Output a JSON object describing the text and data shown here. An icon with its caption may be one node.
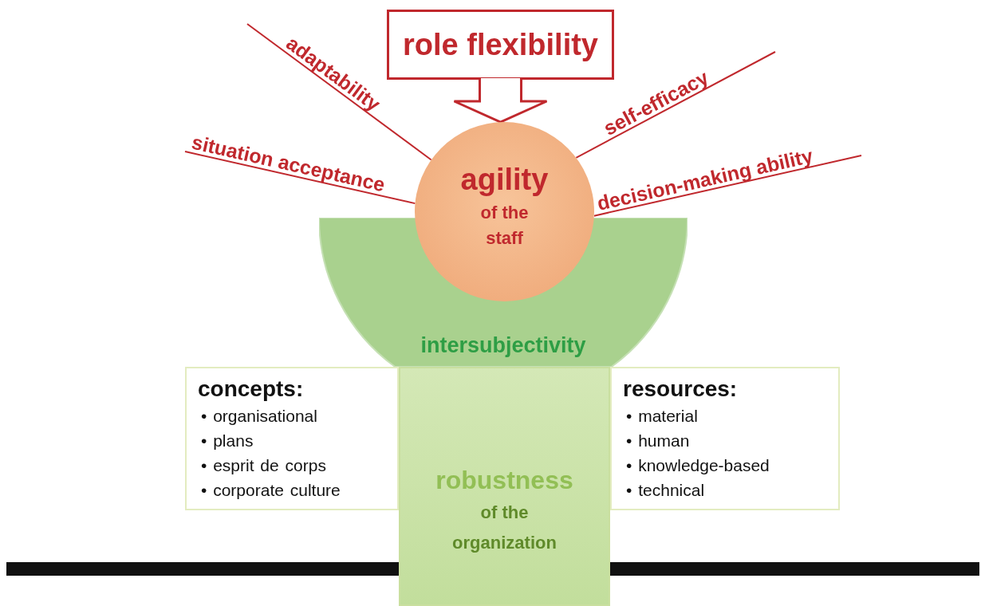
{
  "diagram": {
    "nodes": [
      {
        "text": [
          "role flexibility"
        ]
      },
      {
        "text": [
          "agility",
          "of the staff"
        ]
      },
      {
        "text": [
          "intersubjectivity"
        ]
      },
      {
        "text": [
          "concepts:",
          "• organisational",
          "• plans",
          "• esprit de corps",
          "• corporate culture"
        ]
      },
      {
        "text": [
          "robustness",
          "of the organization"
        ]
      },
      {
        "text": [
          "resources:",
          "• material",
          "• human",
          "• knowledge-based",
          "• technical"
        ]
      }
    ],
    "edges": [
      {
        "from": 0,
        "to": 1,
        "arrow": "to"
      },
      {
        "from": null,
        "to": 1,
        "arrow": "none",
        "label": "adaptability"
      },
      {
        "from": null,
        "to": 1,
        "arrow": "none",
        "label": "situation acceptance"
      },
      {
        "from": null,
        "to": 1,
        "arrow": "none",
        "label": "self-efficacy"
      },
      {
        "from": null,
        "to": 1,
        "arrow": "none",
        "label": "decision-making ability"
      }
    ]
  }
}
